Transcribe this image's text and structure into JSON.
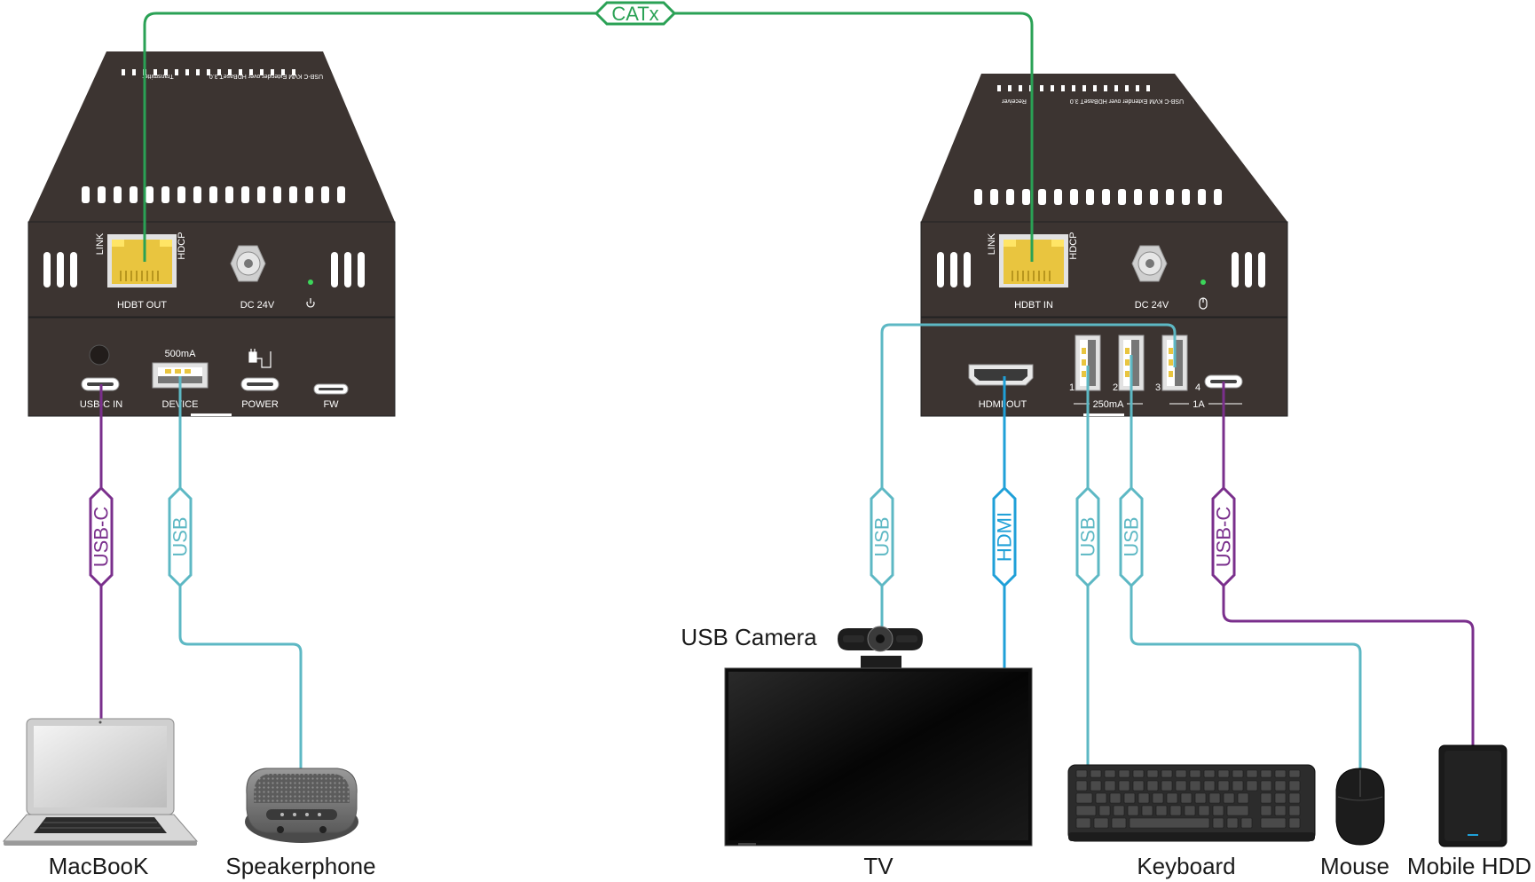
{
  "cables": {
    "catx": "CATx",
    "usbc_tx": "USB-C",
    "usb_tx": "USB",
    "usb_cam": "USB",
    "hdmi": "HDMI",
    "usb_kb": "USB",
    "usb_mouse": "USB",
    "usbc_hdd": "USB-C"
  },
  "transmitter": {
    "top_label": "USB-C KVM Extender over HDBaseT 3.0",
    "top_role": "Transmitter",
    "link": "LINK",
    "hdcp": "HDCP",
    "hdbt": "HDBT OUT",
    "dc": "DC 24V",
    "power_icon": "power-icon",
    "usbc_in": "USB-C IN",
    "device_current": "500mA",
    "device": "DEVICE",
    "power": "POWER",
    "fw": "FW"
  },
  "receiver": {
    "top_label": "USB-C KVM Extender over HDBaseT 3.0",
    "top_role": "Receiver",
    "link": "LINK",
    "hdcp": "HDCP",
    "hdbt": "HDBT IN",
    "dc": "DC 24V",
    "mouse_icon": "mouse-icon",
    "hdmi_out": "HDMI OUT",
    "port1": "1",
    "port2": "2",
    "port3": "3",
    "port4": "4",
    "current_250": "250mA",
    "current_1a": "1A"
  },
  "devices": {
    "macbook": "MacBooK",
    "speakerphone": "Speakerphone",
    "camera": "USB Camera",
    "tv": "TV",
    "keyboard": "Keyboard",
    "mouse": "Mouse",
    "hdd": "Mobile HDD"
  },
  "colors": {
    "catx": "#2aa155",
    "usbc": "#7a2f8c",
    "usb": "#5db8c4",
    "hdmi": "#1fa0d8",
    "chassis": "#3c3431"
  }
}
